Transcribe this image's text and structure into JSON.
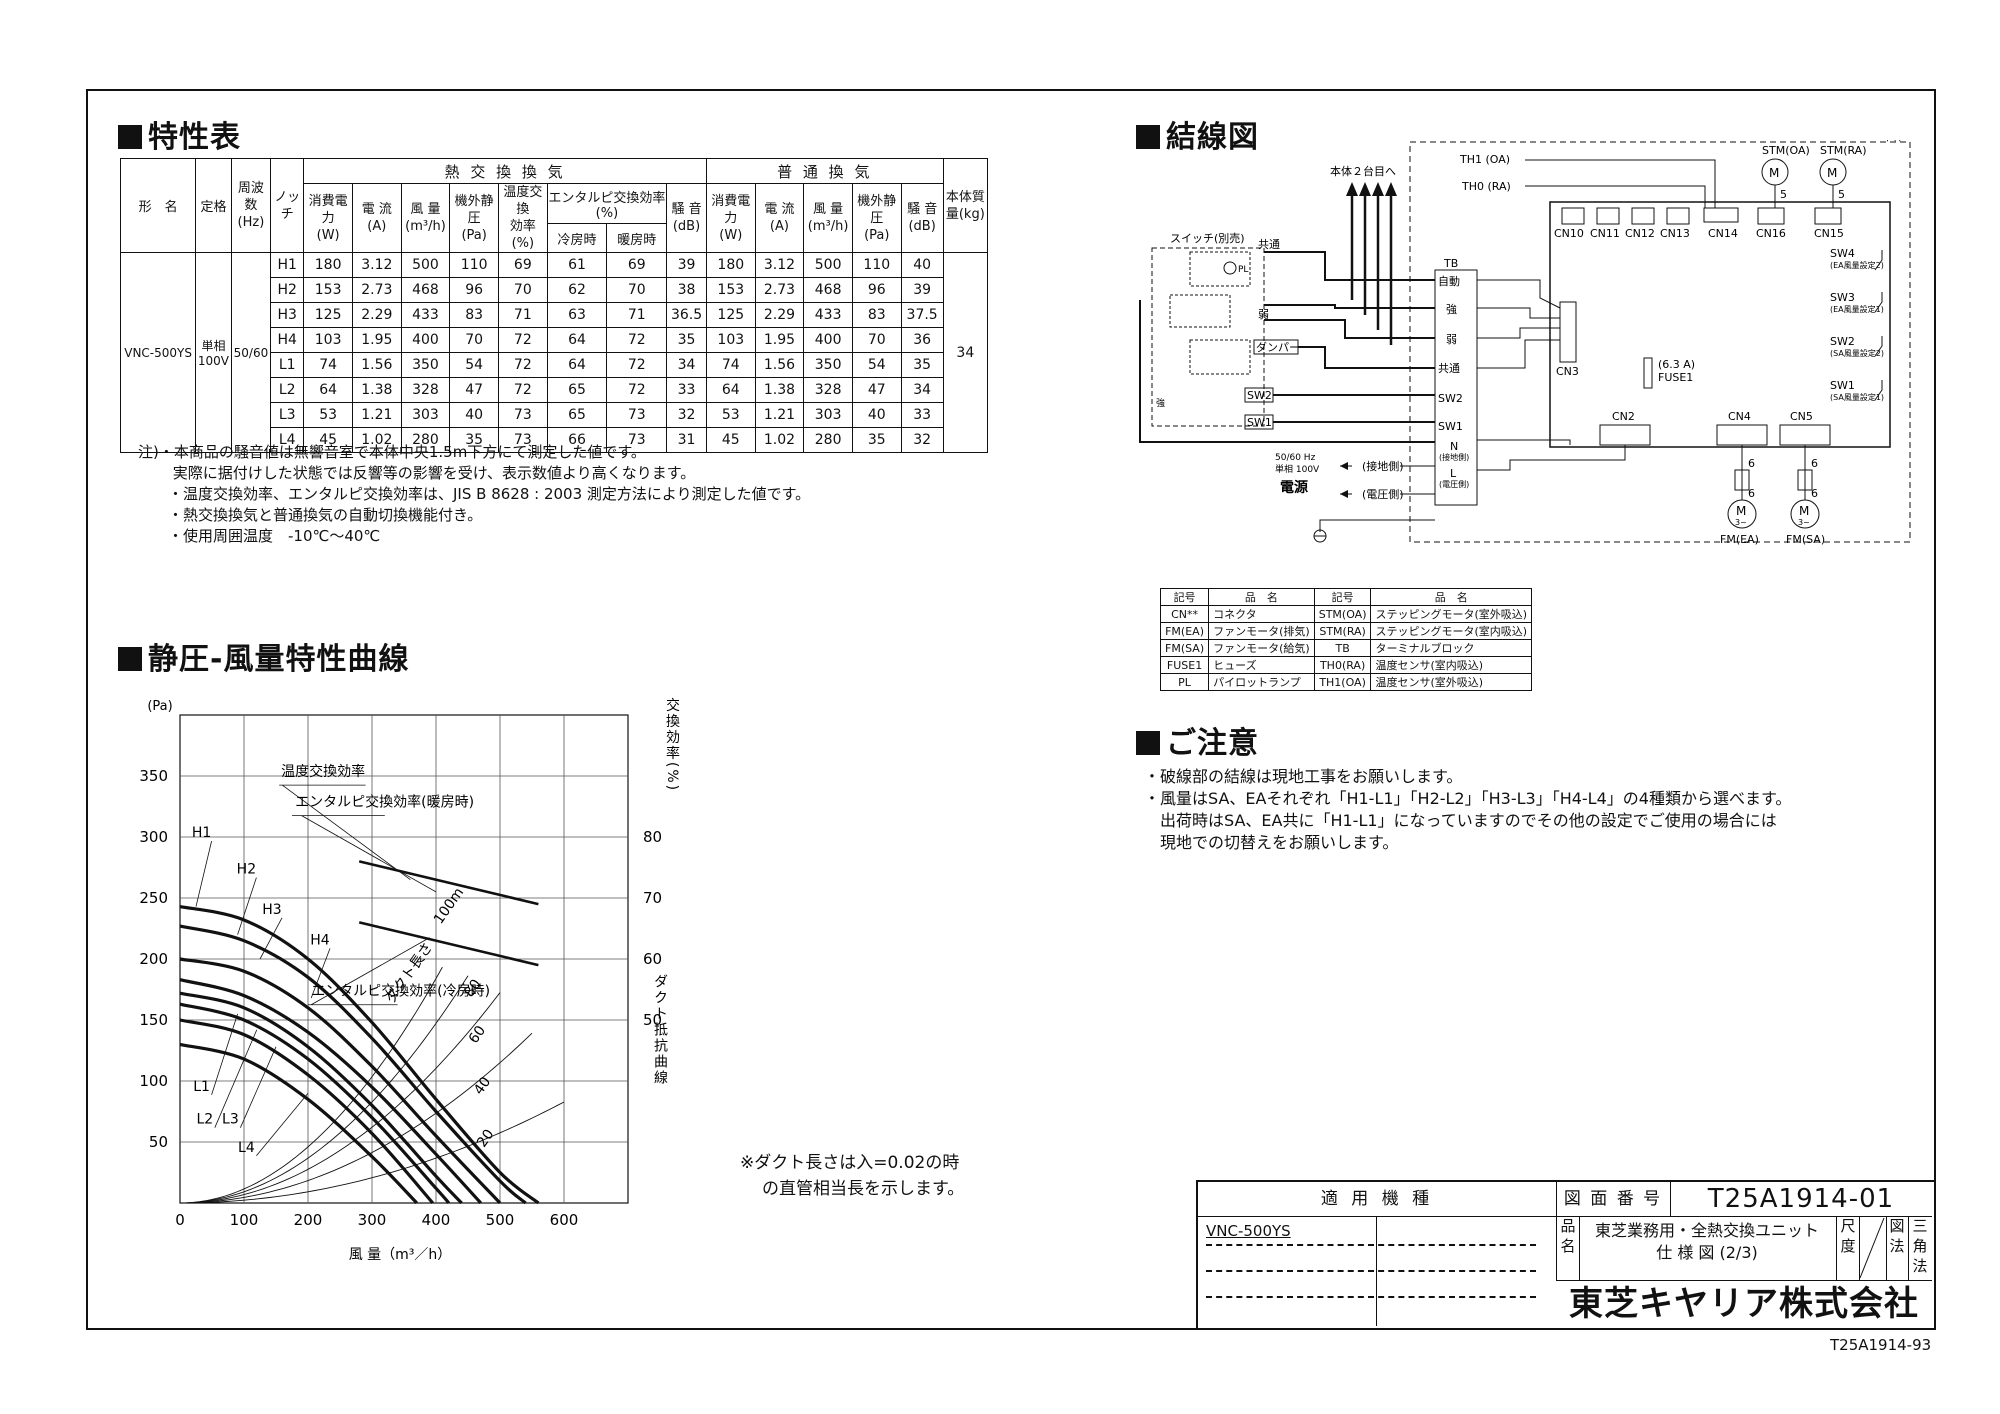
{
  "spec_section": {
    "title": "特性表",
    "header": {
      "model": "形　名",
      "rating": "定格",
      "freq": "周波数(Hz)",
      "notch": "ノッチ",
      "heat_exchange": "熱 交 換 換 気",
      "normal": "普 通 換 気",
      "weight": "本体質量(kg)",
      "power": "消費電力",
      "power_unit": "(W)",
      "current": "電 流",
      "current_unit": "(A)",
      "airflow": "風 量",
      "airflow_unit": "(m³/h)",
      "pressure": "機外静圧",
      "pressure_unit": "(Pa)",
      "temp_eff": "温度交換",
      "temp_eff_unit": "効率(%)",
      "enthalpy": "エンタルピ交換効率(%)",
      "cooling": "冷房時",
      "heating": "暖房時",
      "noise": "騒 音",
      "noise_unit": "(dB)"
    },
    "model_name": "VNC-500YS",
    "rating_value": "単相100V",
    "freq_value": "50/60",
    "weight_value": "34",
    "rows": [
      {
        "notch": "H1",
        "he": [
          "180",
          "3.12",
          "500",
          "110",
          "69",
          "61",
          "69",
          "39"
        ],
        "nv": [
          "180",
          "3.12",
          "500",
          "110",
          "40"
        ]
      },
      {
        "notch": "H2",
        "he": [
          "153",
          "2.73",
          "468",
          "96",
          "70",
          "62",
          "70",
          "38"
        ],
        "nv": [
          "153",
          "2.73",
          "468",
          "96",
          "39"
        ]
      },
      {
        "notch": "H3",
        "he": [
          "125",
          "2.29",
          "433",
          "83",
          "71",
          "63",
          "71",
          "36.5"
        ],
        "nv": [
          "125",
          "2.29",
          "433",
          "83",
          "37.5"
        ]
      },
      {
        "notch": "H4",
        "he": [
          "103",
          "1.95",
          "400",
          "70",
          "72",
          "64",
          "72",
          "35"
        ],
        "nv": [
          "103",
          "1.95",
          "400",
          "70",
          "36"
        ]
      },
      {
        "notch": "L1",
        "he": [
          "74",
          "1.56",
          "350",
          "54",
          "72",
          "64",
          "72",
          "34"
        ],
        "nv": [
          "74",
          "1.56",
          "350",
          "54",
          "35"
        ]
      },
      {
        "notch": "L2",
        "he": [
          "64",
          "1.38",
          "328",
          "47",
          "72",
          "65",
          "72",
          "33"
        ],
        "nv": [
          "64",
          "1.38",
          "328",
          "47",
          "34"
        ]
      },
      {
        "notch": "L3",
        "he": [
          "53",
          "1.21",
          "303",
          "40",
          "73",
          "65",
          "73",
          "32"
        ],
        "nv": [
          "53",
          "1.21",
          "303",
          "40",
          "33"
        ]
      },
      {
        "notch": "L4",
        "he": [
          "45",
          "1.02",
          "280",
          "35",
          "73",
          "66",
          "73",
          "31"
        ],
        "nv": [
          "45",
          "1.02",
          "280",
          "35",
          "32"
        ]
      }
    ],
    "notes": [
      "注)・本商品の騒音値は無響音室で本体中央1.5m下方にて測定した値です。",
      "　　 実際に据付けした状態では反響等の影響を受け、表示数値より高くなります。",
      "　　・温度交換効率、エンタルピ交換効率は、JIS B 8628 : 2003 測定方法により測定した値です。",
      "　　・熱交換換気と普通換気の自動切換機能付き。",
      "　　・使用周囲温度　-10℃〜40℃"
    ]
  },
  "curve_section": {
    "title": "静圧-風量特性曲線",
    "footnote": [
      "※ダクト長さは入=0.02の時",
      "の直管相当長を示します。"
    ]
  },
  "chart_data": {
    "type": "line",
    "xlabel": "風 量（m³／h）",
    "ylabel": "(Pa)",
    "y2label": "交換効率(%)",
    "y3label": "ダクト抵抗曲線",
    "xlim": [
      0,
      700
    ],
    "ylim": [
      0,
      400
    ],
    "y2lim": [
      20,
      100
    ],
    "xticks": [
      "0",
      "100",
      "200",
      "300",
      "400",
      "500",
      "600"
    ],
    "yticks": [
      "50",
      "100",
      "150",
      "200",
      "250",
      "300",
      "350"
    ],
    "y2ticks": [
      "80",
      "70",
      "60",
      "50"
    ],
    "series": [
      {
        "name": "H1",
        "x": [
          0,
          100,
          200,
          300,
          400,
          500,
          560
        ],
        "y": [
          243,
          232,
          200,
          148,
          85,
          25,
          0
        ]
      },
      {
        "name": "H2",
        "x": [
          0,
          100,
          200,
          300,
          400,
          500,
          540
        ],
        "y": [
          227,
          215,
          185,
          135,
          75,
          18,
          0
        ]
      },
      {
        "name": "H3",
        "x": [
          0,
          100,
          200,
          300,
          400,
          500
        ],
        "y": [
          200,
          190,
          160,
          112,
          55,
          0
        ]
      },
      {
        "name": "H4",
        "x": [
          0,
          100,
          200,
          300,
          400,
          470
        ],
        "y": [
          183,
          170,
          140,
          95,
          40,
          0
        ]
      },
      {
        "name": "L1",
        "x": [
          0,
          100,
          200,
          300,
          400,
          440
        ],
        "y": [
          172,
          160,
          128,
          80,
          22,
          0
        ]
      },
      {
        "name": "L2",
        "x": [
          0,
          100,
          200,
          300,
          400,
          420
        ],
        "y": [
          163,
          150,
          118,
          70,
          12,
          0
        ]
      },
      {
        "name": "L3",
        "x": [
          0,
          100,
          200,
          300,
          395
        ],
        "y": [
          150,
          138,
          105,
          57,
          0
        ]
      },
      {
        "name": "L4",
        "x": [
          0,
          100,
          200,
          300,
          370
        ],
        "y": [
          130,
          118,
          85,
          38,
          0
        ]
      }
    ],
    "efficiency": [
      {
        "name": "温度交換効率",
        "x": [
          280,
          560
        ],
        "y": [
          76,
          69
        ]
      },
      {
        "name": "エンタルピ交換効率(暖房時)",
        "x": [
          280,
          560
        ],
        "y": [
          76,
          69
        ]
      },
      {
        "name": "エンタルピ交換効率(冷房時)",
        "x": [
          280,
          560
        ],
        "y": [
          66,
          59
        ]
      }
    ],
    "duct": [
      {
        "name": "ダクト長さ100m",
        "label": "100m"
      },
      {
        "name": "80",
        "label": "80"
      },
      {
        "name": "60",
        "label": "60"
      },
      {
        "name": "40",
        "label": "40"
      },
      {
        "name": "20",
        "label": "20"
      }
    ],
    "duct_caption": "ダクト長さ"
  },
  "wiring_section": {
    "title": "結線図",
    "labels": {
      "body": "本体",
      "to_two": "本体２台目へ",
      "switch": "スイッチ(別売)",
      "common": "共通",
      "strong": "強",
      "weak": "弱",
      "damper": "ダンパー",
      "tb": "TB",
      "auto": "自動",
      "sw1": "SW1",
      "sw2": "SW2",
      "n": "N",
      "l": "L",
      "ground_side": "(接地側)",
      "voltage_side": "(電圧側)",
      "power_spec": "50/60 Hz",
      "power_spec2": "単相 100V",
      "power": "電源",
      "pl": "PL",
      "th1": "TH1 (OA)",
      "th0": "TH0 (RA)",
      "stm_oa": "STM(OA)",
      "stm_ra": "STM(RA)",
      "cn": [
        "CN10",
        "CN11",
        "CN12",
        "CN13",
        "CN14",
        "CN16",
        "CN15"
      ],
      "cn2": "CN2",
      "cn3": "CN3",
      "cn4": "CN4",
      "cn5": "CN5",
      "fuse": "(6.3 A)",
      "fuse_name": "FUSE1",
      "sw4": "SW4",
      "sw4d": "(EA風量設定2)",
      "sw3": "SW3",
      "sw3d": "(EA風量設定1)",
      "sw2b": "SW2",
      "sw2d": "(SA風量設定2)",
      "sw1b": "SW1",
      "sw1d": "(SA風量設定1)",
      "fm_ea": "FM(EA)",
      "fm_sa": "FM(SA)",
      "five": "5",
      "six": "6",
      "m": "M",
      "three": "3~"
    },
    "legend_header": [
      "記号",
      "品　名",
      "記号",
      "品　名"
    ],
    "legend_rows": [
      [
        "CN**",
        "コネクタ",
        "STM(OA)",
        "ステッピングモータ(室外吸込)"
      ],
      [
        "FM(EA)",
        "ファンモータ(排気)",
        "STM(RA)",
        "ステッピングモータ(室内吸込)"
      ],
      [
        "FM(SA)",
        "ファンモータ(給気)",
        "TB",
        "ターミナルブロック"
      ],
      [
        "FUSE1",
        "ヒューズ",
        "TH0(RA)",
        "温度センサ(室内吸込)"
      ],
      [
        "PL",
        "パイロットランプ",
        "TH1(OA)",
        "温度センサ(室外吸込)"
      ]
    ]
  },
  "caution_section": {
    "title": "ご注意",
    "lines": [
      "・破線部の結線は現地工事をお願いします。",
      "・風量はSA、EAそれぞれ「H1-L1」「H2-L2」「H3-L3」「H4-L4」の4種類から選べます。",
      "　出荷時はSA、EA共に「H1-L1」になっていますのでその他の設定でご使用の場合には",
      "　現地での切替えをお願いします。"
    ]
  },
  "title_block": {
    "applicable": "適 用 機 種",
    "drawing_no_label": "図 面 番 号",
    "drawing_no": "T25A1914-01",
    "model": "VNC-500YS",
    "name_label": "品名",
    "name_line1": "東芝業務用・全熱交換ユニット",
    "name_line2": "仕 様 図 (2/3)",
    "scale_label": "尺度",
    "method_label": "図法",
    "method": "三角法",
    "company": "東芝キヤリア株式会社",
    "bottom_code": "T25A1914-93"
  }
}
